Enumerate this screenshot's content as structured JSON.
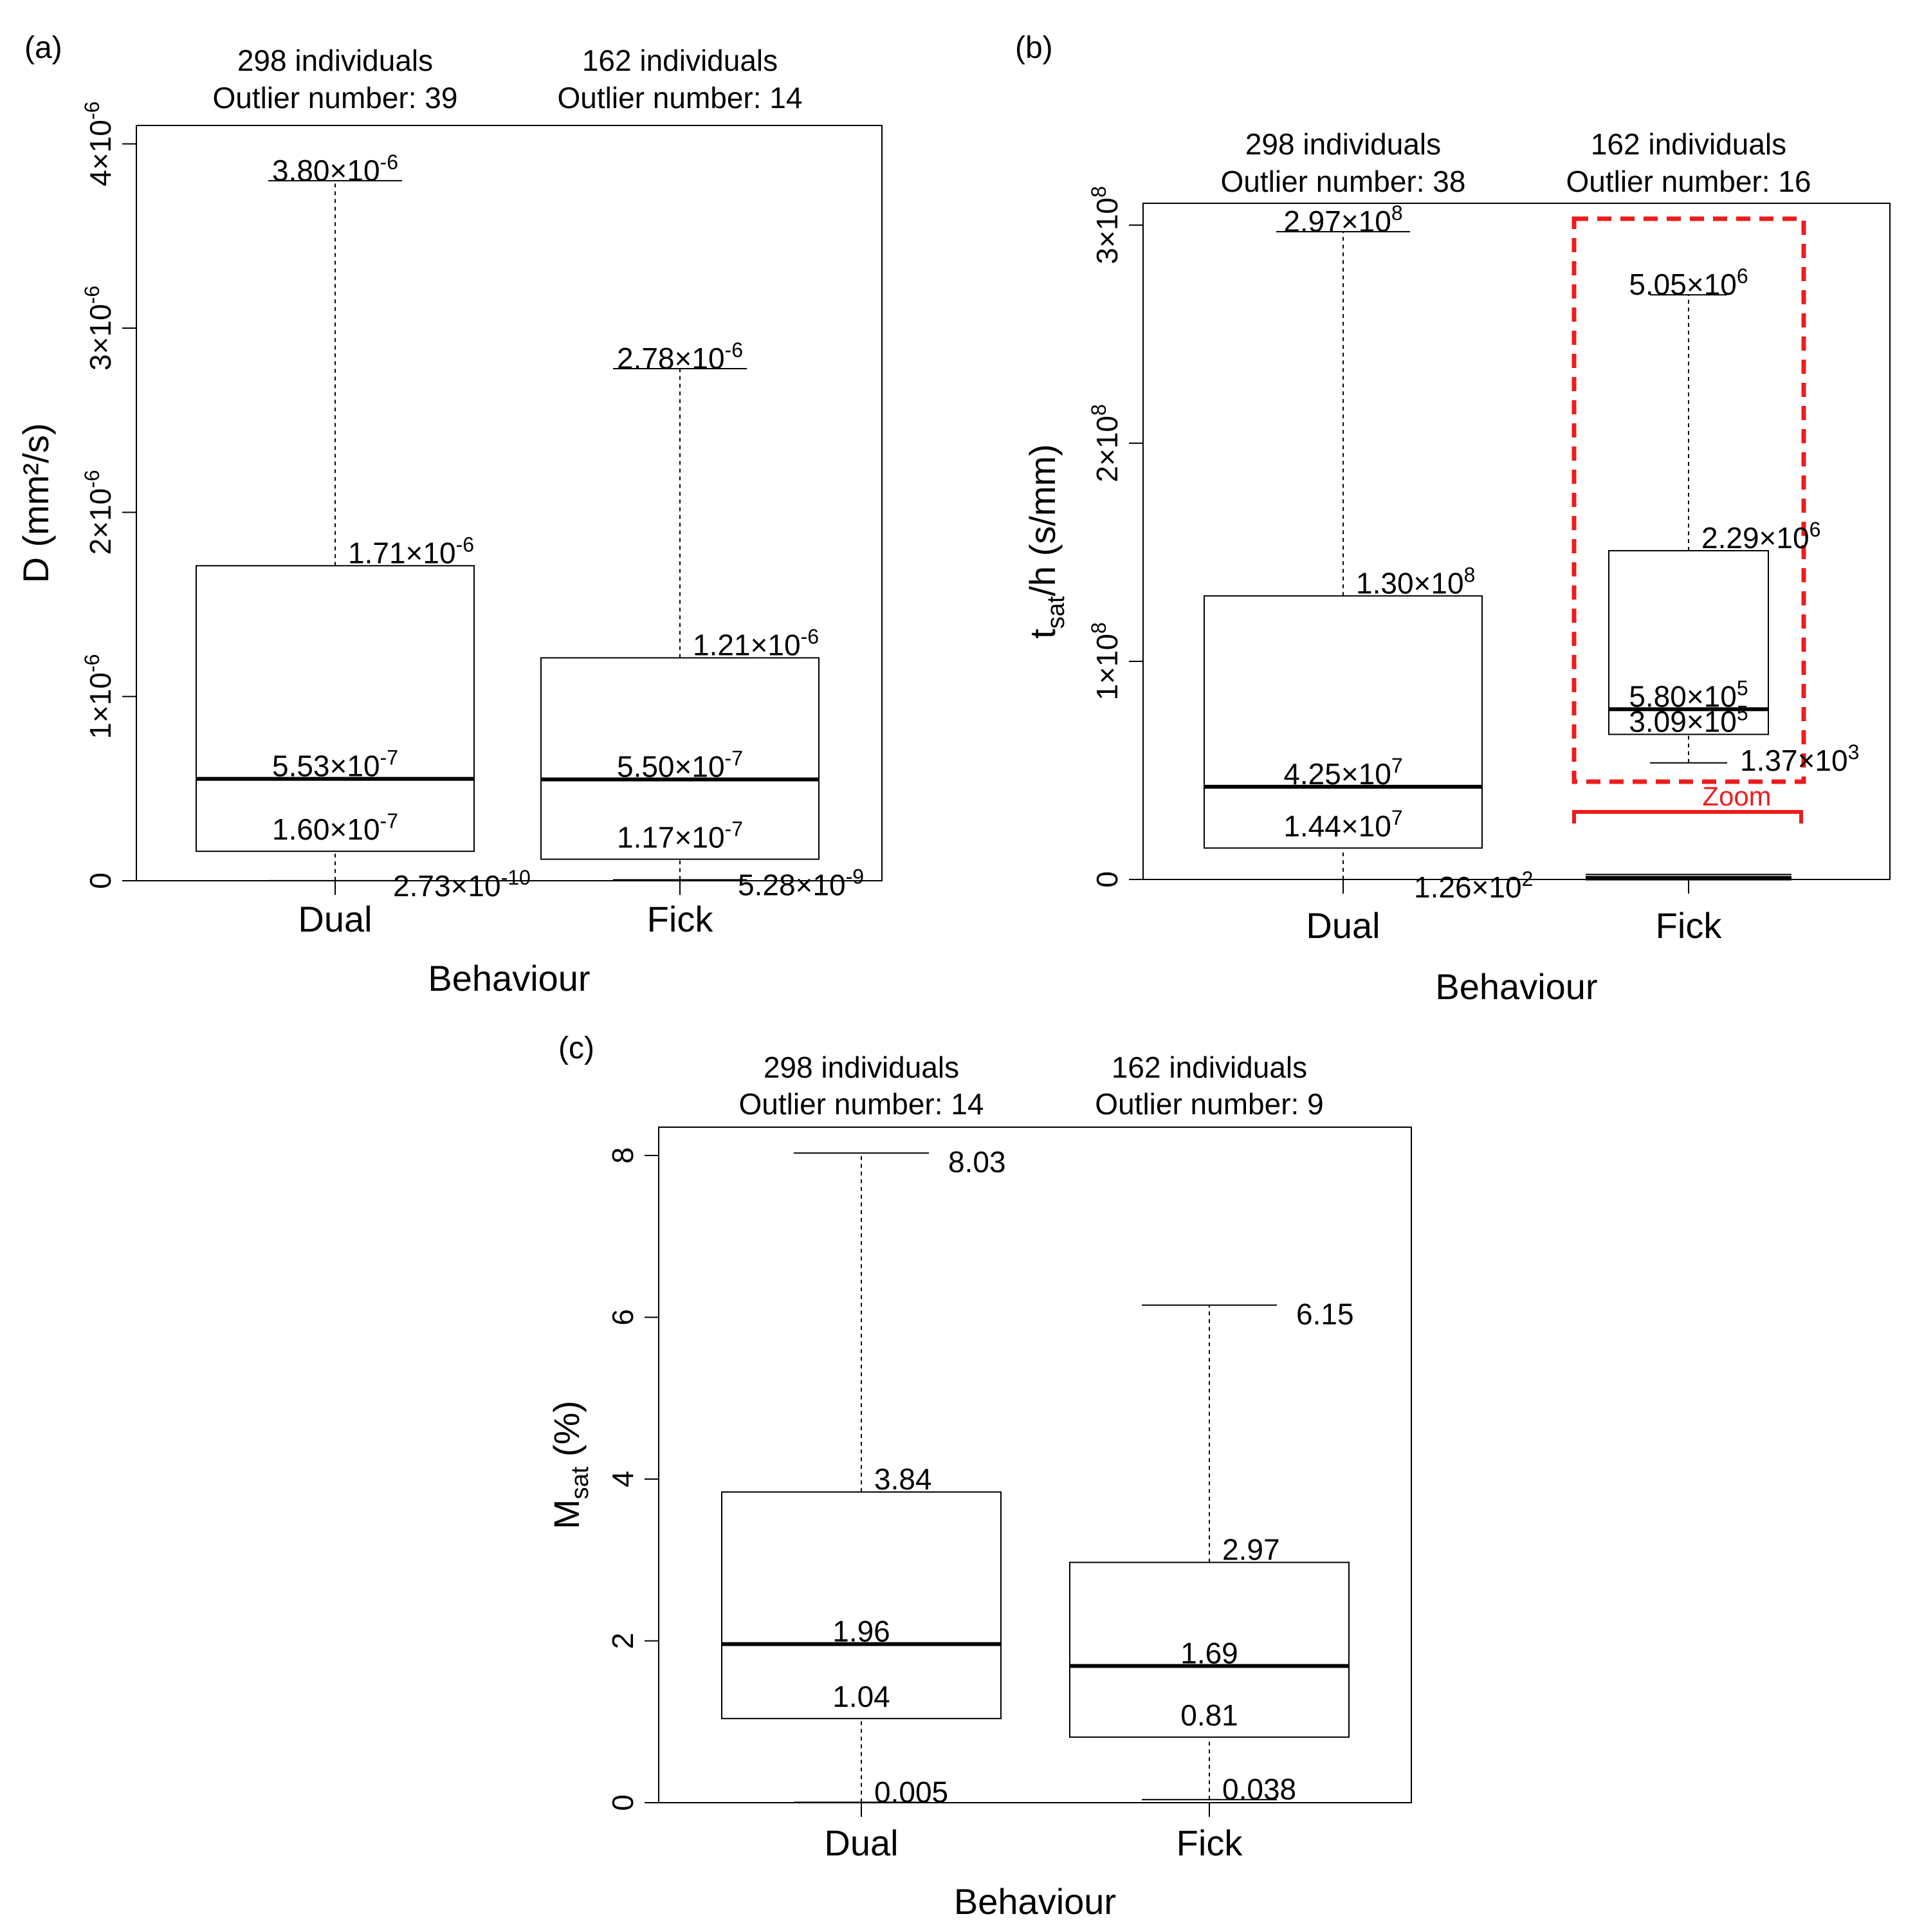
{
  "chart_data": [
    {
      "type": "boxplot",
      "panel_label": "(a)",
      "xlabel": "Behaviour",
      "ylabel": {
        "main": "D (mm²/s)"
      },
      "ylim": [
        0,
        4.1e-06
      ],
      "yticks": [
        {
          "value": 0,
          "base": "0",
          "exp": ""
        },
        {
          "value": 1e-06,
          "base": "1×10",
          "exp": "-6"
        },
        {
          "value": 2e-06,
          "base": "2×10",
          "exp": "-6"
        },
        {
          "value": 3e-06,
          "base": "3×10",
          "exp": "-6"
        },
        {
          "value": 4e-06,
          "base": "4×10",
          "exp": "-6"
        }
      ],
      "groups": [
        {
          "category": "Dual",
          "header": [
            "298 individuals",
            "Outlier number: 39"
          ],
          "min": 2.73e-10,
          "q1": 1.6e-07,
          "median": 5.53e-07,
          "q3": 1.71e-06,
          "max": 3.8e-06,
          "labels": {
            "max": {
              "base": "3.80×10",
              "exp": "-6"
            },
            "q3": {
              "base": "1.71×10",
              "exp": "-6"
            },
            "median": {
              "base": "5.53×10",
              "exp": "-7"
            },
            "q1": {
              "base": "1.60×10",
              "exp": "-7"
            },
            "min": {
              "base": "2.73×10",
              "exp": "-10"
            }
          }
        },
        {
          "category": "Fick",
          "header": [
            "162 individuals",
            "Outlier number: 14"
          ],
          "min": 5.28e-09,
          "q1": 1.17e-07,
          "median": 5.5e-07,
          "q3": 1.21e-06,
          "max": 2.78e-06,
          "labels": {
            "max": {
              "base": "2.78×10",
              "exp": "-6"
            },
            "q3": {
              "base": "1.21×10",
              "exp": "-6"
            },
            "median": {
              "base": "5.50×10",
              "exp": "-7"
            },
            "q1": {
              "base": "1.17×10",
              "exp": "-7"
            },
            "min": {
              "base": "5.28×10",
              "exp": "-9"
            }
          }
        }
      ]
    },
    {
      "type": "boxplot",
      "panel_label": "(b)",
      "xlabel": "Behaviour",
      "ylabel": {
        "main": "t",
        "sub": "sat",
        "rest": "/h (s/mm)"
      },
      "ylim": [
        0,
        310000000.0
      ],
      "yticks": [
        {
          "value": 0,
          "base": "0",
          "exp": ""
        },
        {
          "value": 100000000.0,
          "base": "1×10",
          "exp": "8"
        },
        {
          "value": 200000000.0,
          "base": "2×10",
          "exp": "8"
        },
        {
          "value": 300000000.0,
          "base": "3×10",
          "exp": "8"
        }
      ],
      "groups": [
        {
          "category": "Dual",
          "header": [
            "298 individuals",
            "Outlier number: 38"
          ],
          "min": 126.0,
          "q1": 14400000.0,
          "median": 42500000.0,
          "q3": 130000000.0,
          "max": 297000000.0,
          "labels": {
            "max": {
              "base": "2.97×10",
              "exp": "8"
            },
            "q3": {
              "base": "1.30×10",
              "exp": "8"
            },
            "median": {
              "base": "4.25×10",
              "exp": "7"
            },
            "q1": {
              "base": "1.44×10",
              "exp": "7"
            },
            "min": {
              "base": "1.26×10",
              "exp": "2"
            }
          }
        },
        {
          "category": "Fick",
          "header": [
            "162 individuals",
            "Outlier number: 16"
          ],
          "min": 1370.0,
          "q1": 309000.0,
          "median": 580000.0,
          "q3": 2290000.0,
          "max": 5050000.0,
          "labels": {
            "max": {
              "base": "5.05×10",
              "exp": "6"
            },
            "q3": {
              "base": "2.29×10",
              "exp": "6"
            },
            "median": {
              "base": "5.80×10",
              "exp": "5"
            },
            "q1": {
              "base": "3.09×10",
              "exp": "5"
            },
            "min": {
              "base": "1.37×10",
              "exp": "3"
            }
          }
        }
      ],
      "zoom": {
        "label": "Zoom",
        "color": "#ee1c1c",
        "target": "Fick"
      }
    },
    {
      "type": "boxplot",
      "panel_label": "(c)",
      "xlabel": "Behaviour",
      "ylabel": {
        "main": "M",
        "sub": "sat",
        "rest": " (%)"
      },
      "ylim": [
        0,
        8.35
      ],
      "yticks": [
        {
          "value": 0,
          "base": "0",
          "exp": ""
        },
        {
          "value": 2,
          "base": "2",
          "exp": ""
        },
        {
          "value": 4,
          "base": "4",
          "exp": ""
        },
        {
          "value": 6,
          "base": "6",
          "exp": ""
        },
        {
          "value": 8,
          "base": "8",
          "exp": ""
        }
      ],
      "groups": [
        {
          "category": "Dual",
          "header": [
            "298 individuals",
            "Outlier number: 14"
          ],
          "min": 0.005,
          "q1": 1.04,
          "median": 1.96,
          "q3": 3.84,
          "max": 8.03,
          "labels": {
            "max": {
              "base": "8.03",
              "exp": ""
            },
            "q3": {
              "base": "3.84",
              "exp": ""
            },
            "median": {
              "base": "1.96",
              "exp": ""
            },
            "q1": {
              "base": "1.04",
              "exp": ""
            },
            "min": {
              "base": "0.005",
              "exp": ""
            }
          }
        },
        {
          "category": "Fick",
          "header": [
            "162 individuals",
            "Outlier number: 9"
          ],
          "min": 0.038,
          "q1": 0.81,
          "median": 1.69,
          "q3": 2.97,
          "max": 6.15,
          "labels": {
            "max": {
              "base": "6.15",
              "exp": ""
            },
            "q3": {
              "base": "2.97",
              "exp": ""
            },
            "median": {
              "base": "1.69",
              "exp": ""
            },
            "q1": {
              "base": "0.81",
              "exp": ""
            },
            "min": {
              "base": "0.038",
              "exp": ""
            }
          }
        }
      ]
    }
  ]
}
